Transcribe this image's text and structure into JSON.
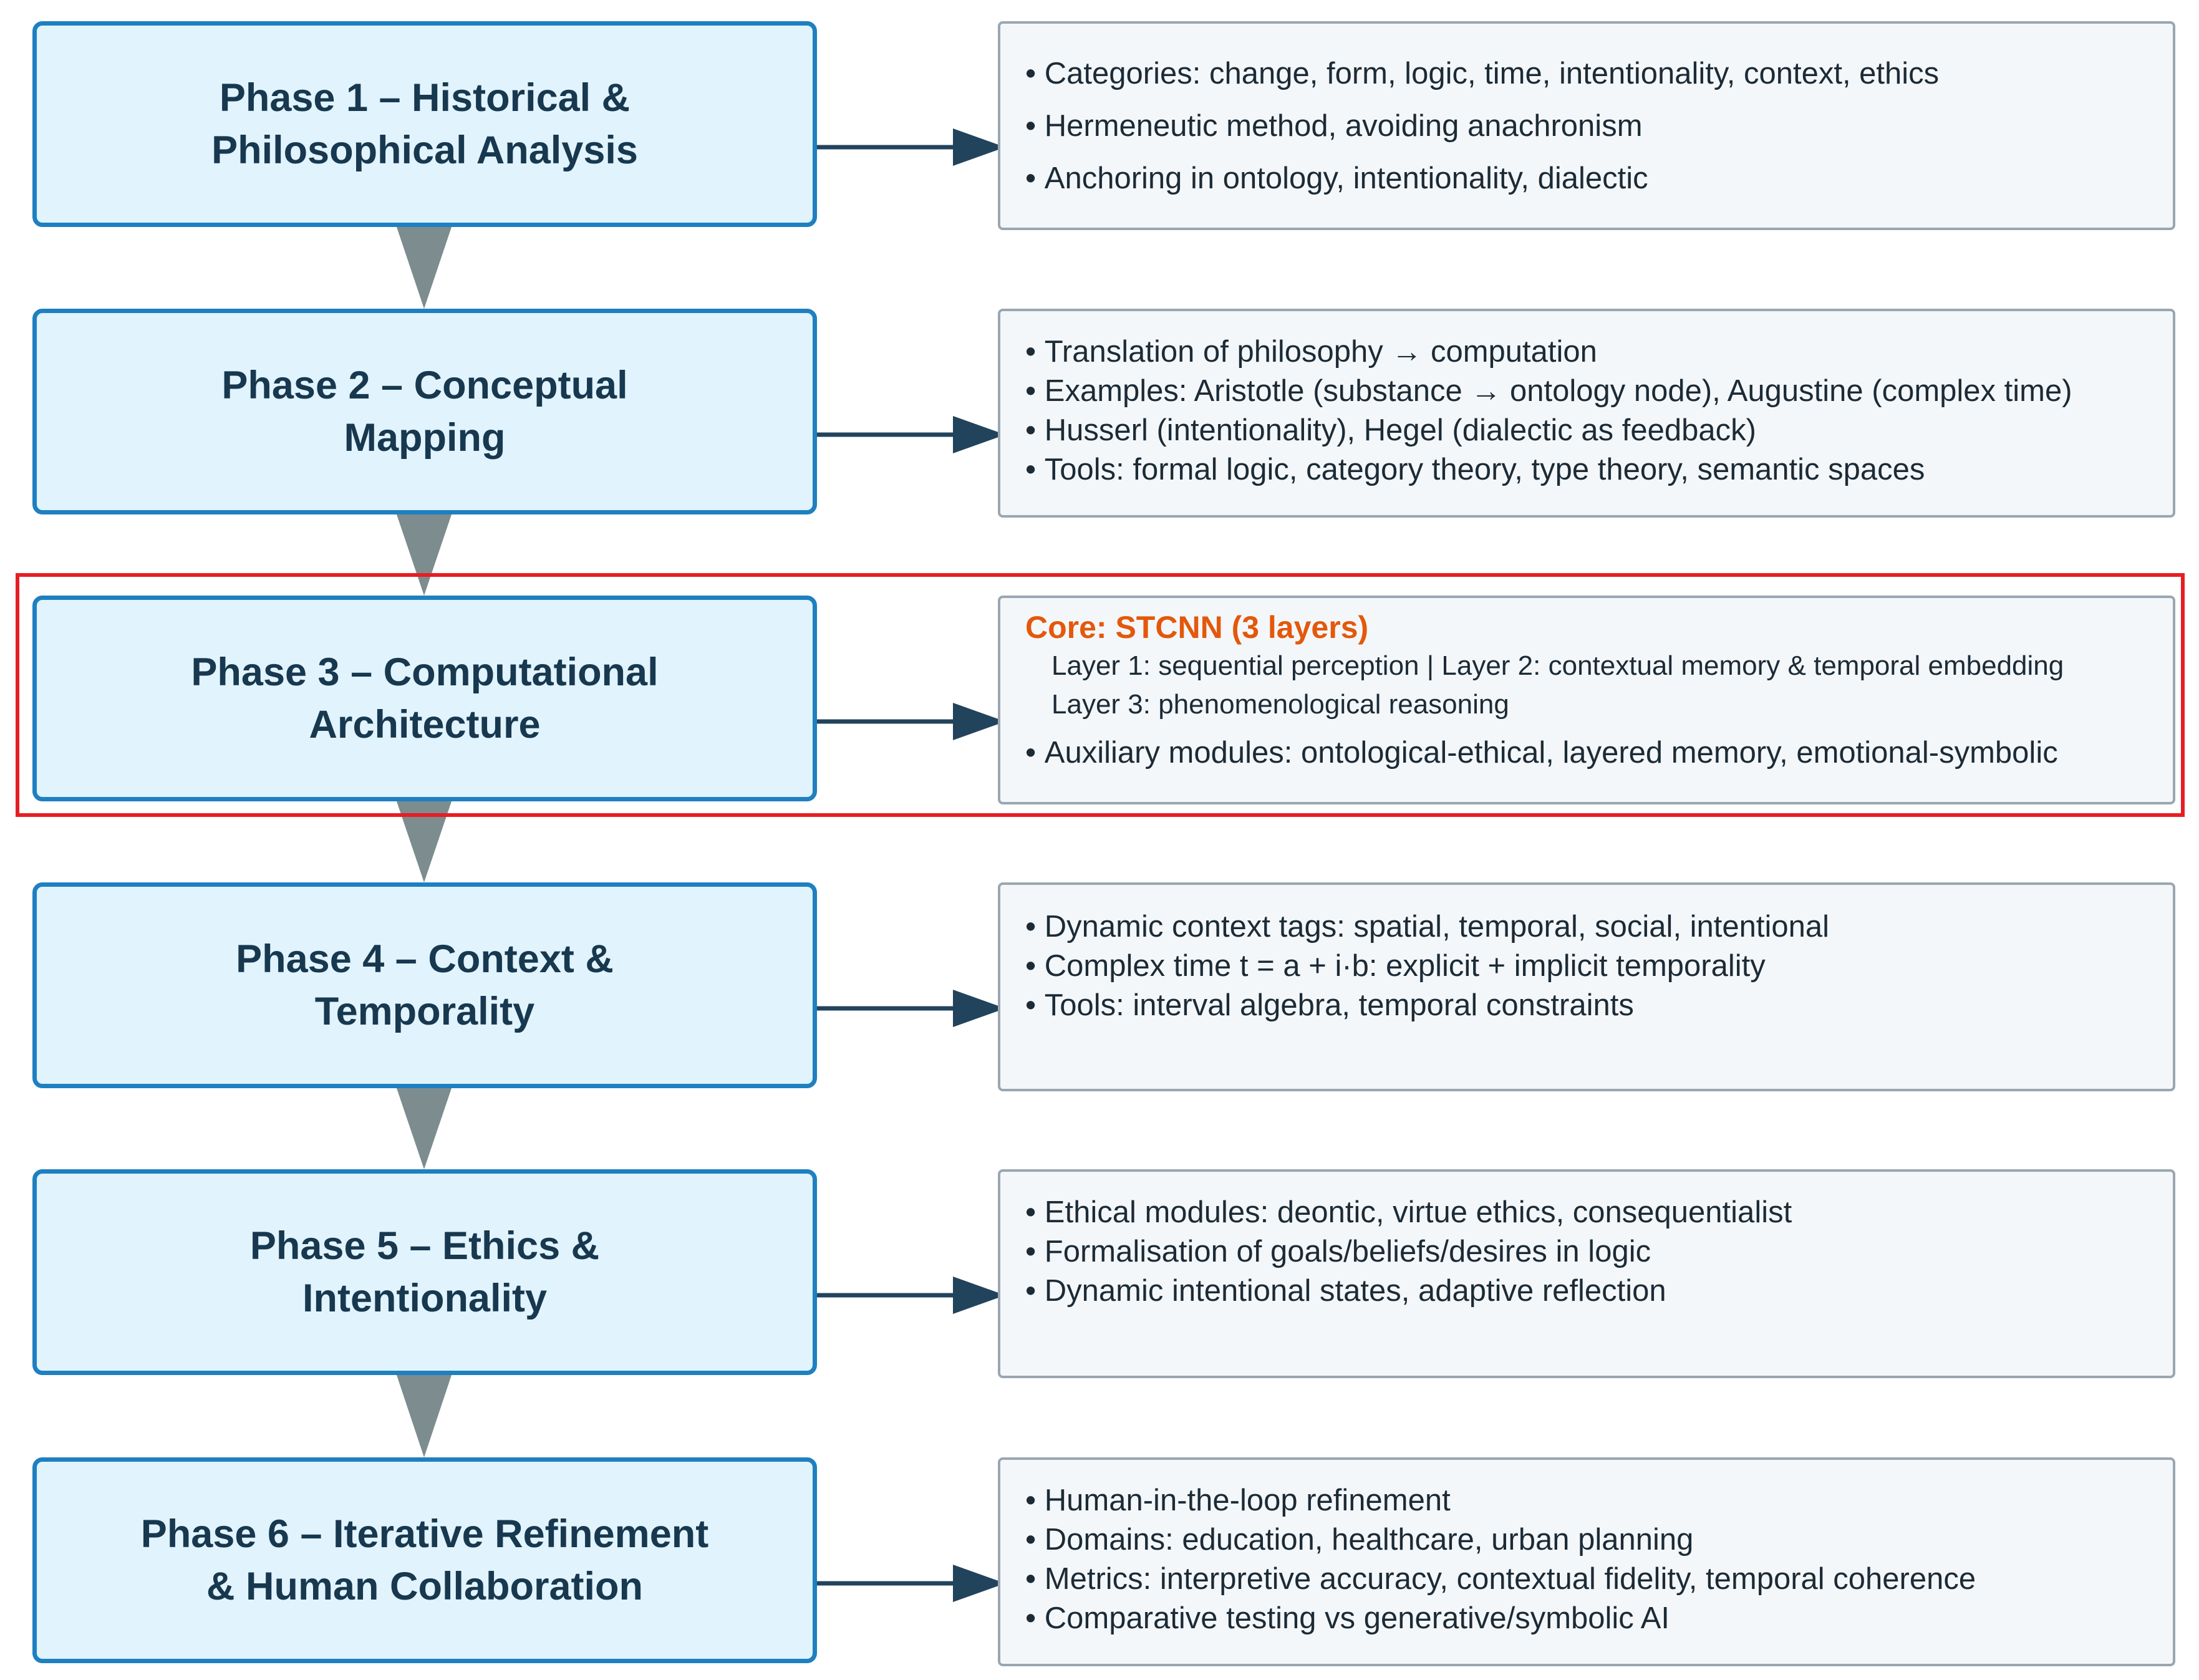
{
  "phases": [
    {
      "title_lines": [
        "Phase 1 – Historical &",
        "Philosophical Analysis"
      ],
      "bullets": [
        "Categories: change, form, logic, time, intentionality, context, ethics",
        "Hermeneutic method, avoiding anachronism",
        "Anchoring in ontology, intentionality, dialectic"
      ]
    },
    {
      "title_lines": [
        "Phase 2 – Conceptual",
        "Mapping"
      ],
      "bullets": [
        "Translation of philosophy → computation",
        "Examples: Aristotle (substance → ontology node), Augustine (complex time)",
        "Husserl (intentionality), Hegel (dialectic as feedback)",
        "Tools: formal logic, category theory, type theory, semantic spaces"
      ]
    },
    {
      "title_lines": [
        "Phase 3 – Computational",
        "Architecture"
      ],
      "core_title": "Core: STCNN (3 layers)",
      "layers": [
        "Layer 1: sequential perception | Layer 2: contextual memory & temporal embedding",
        "Layer 3: phenomenological reasoning"
      ],
      "bullets": [
        "Auxiliary modules: ontological-ethical, layered memory, emotional-symbolic"
      ]
    },
    {
      "title_lines": [
        "Phase 4 – Context &",
        "Temporality"
      ],
      "bullets": [
        "Dynamic context tags: spatial, temporal, social, intentional",
        "Complex time t = a + i·b: explicit + implicit temporality",
        "Tools: interval algebra, temporal constraints"
      ]
    },
    {
      "title_lines": [
        "Phase 5 – Ethics &",
        "Intentionality"
      ],
      "bullets": [
        "Ethical modules: deontic, virtue ethics, consequentialist",
        "Formalisation of goals/beliefs/desires in logic",
        "Dynamic intentional states, adaptive reflection"
      ]
    },
    {
      "title_lines": [
        "Phase 6 – Iterative Refinement",
        "& Human Collaboration"
      ],
      "bullets": [
        "Human-in-the-loop refinement",
        "Domains: education, healthcare, urban planning",
        "Metrics: interpretive accuracy, contextual fidelity, temporal coherence",
        "Comparative testing vs generative/symbolic AI"
      ]
    }
  ],
  "colors": {
    "phase_fill": "#e1f3fc",
    "phase_border": "#1e80c0",
    "phase_text": "#17384f",
    "details_fill": "#f4f7fa",
    "details_border": "#9aa7b1",
    "right_arrow": "#22435c",
    "down_arrow": "#7d8c8e",
    "highlight": "#e61e24",
    "core_title": "#e3580b"
  }
}
